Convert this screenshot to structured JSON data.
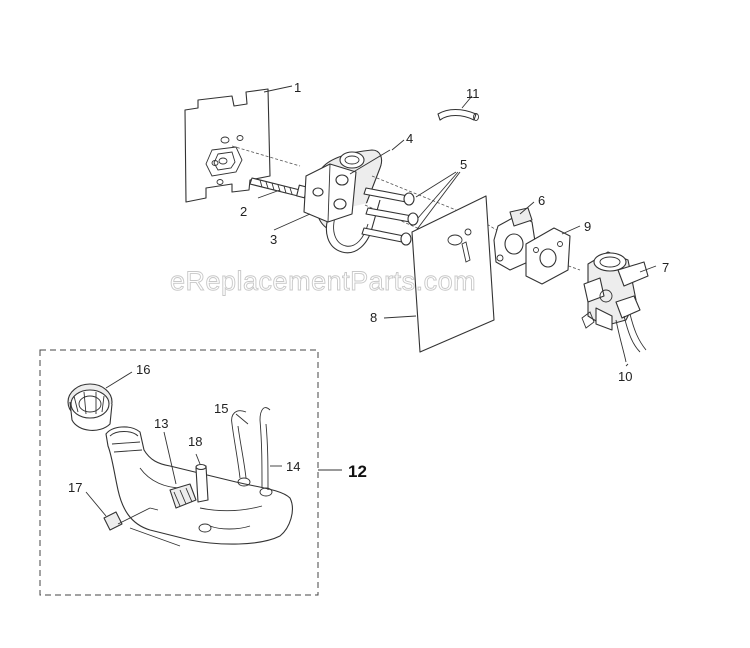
{
  "watermark": "eReplacementParts.com",
  "callouts": {
    "c1": "1",
    "c2": "2",
    "c3": "3",
    "c4": "4",
    "c5": "5",
    "c6": "6",
    "c7": "7",
    "c8": "8",
    "c9": "9",
    "c10": "10",
    "c11": "11",
    "c12": "12",
    "c13": "13",
    "c14": "14",
    "c15": "15",
    "c16": "16",
    "c17": "17",
    "c18": "18"
  },
  "colors": {
    "ink": "#333333",
    "watermark": "#c8c8c8",
    "background": "#ffffff"
  }
}
